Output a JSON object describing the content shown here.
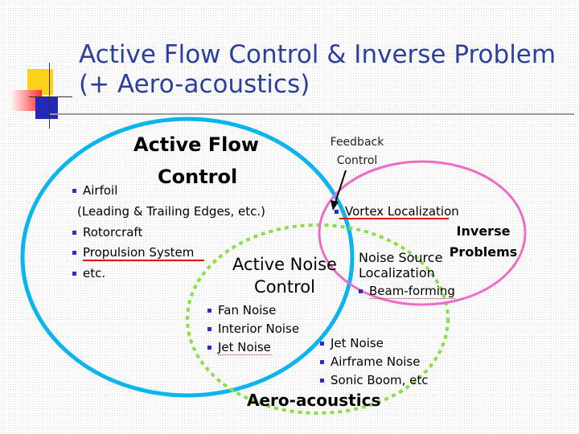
{
  "title": {
    "line1": "Active Flow Control & Inverse Problem",
    "line2": "(+ Aero-acoustics)"
  },
  "circles": {
    "flow_control": {
      "line1": "Active Flow",
      "line2": "Control",
      "color": "#0ab4ee"
    },
    "noise_control": {
      "line1": "Active Noise",
      "line2": "Control"
    },
    "aeroacoustics": {
      "label": "Aero-acoustics",
      "color": "#88e048"
    },
    "inverse": {
      "line1": "Inverse",
      "line2": "Problems",
      "color": "#ee6bc6"
    }
  },
  "feedback": {
    "line1": "Feedback",
    "line2": "Control"
  },
  "flow_items": {
    "airfoil": "Airfoil",
    "airfoil_detail": "(Leading & Trailing Edges, etc.)",
    "rotorcraft": "Rotorcraft",
    "propulsion": "Propulsion System",
    "etc": "etc."
  },
  "noise_items": [
    "Fan Noise",
    "Interior Noise",
    "Jet Noise"
  ],
  "aero_items": [
    "Jet Noise",
    "Airframe Noise",
    "Sonic Boom, etc"
  ],
  "vortex": "Vortex Localization",
  "noise_source": {
    "line1": "Noise Source",
    "line2": "Localization"
  },
  "beamforming": "Beam-forming",
  "colors": {
    "title": "#2b3f9e",
    "bullet": "#2433c7",
    "underline": "#e81010"
  }
}
